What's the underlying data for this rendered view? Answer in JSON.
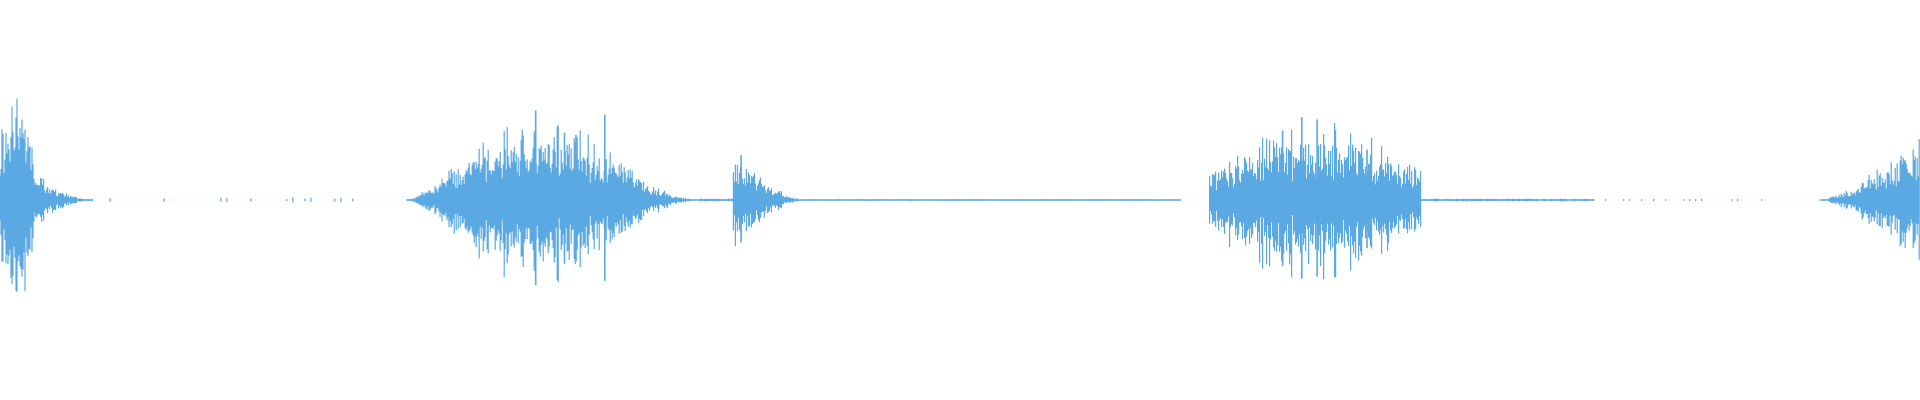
{
  "waveform": {
    "color": "#5aa9e2",
    "background": "#ffffff",
    "segments": [
      {
        "start": 0.0,
        "end": 0.018,
        "peak": 1.0,
        "shape": "burst"
      },
      {
        "start": 0.018,
        "end": 0.048,
        "peak": 0.22,
        "shape": "decay"
      },
      {
        "start": 0.048,
        "end": 0.09,
        "peak": 0.02,
        "shape": "dots"
      },
      {
        "start": 0.115,
        "end": 0.185,
        "peak": 0.02,
        "shape": "dots"
      },
      {
        "start": 0.212,
        "end": 0.235,
        "peak": 0.28,
        "shape": "rise"
      },
      {
        "start": 0.235,
        "end": 0.33,
        "peak": 0.78,
        "shape": "spiky"
      },
      {
        "start": 0.33,
        "end": 0.365,
        "peak": 0.22,
        "shape": "decay"
      },
      {
        "start": 0.365,
        "end": 0.382,
        "peak": 0.02,
        "shape": "flat"
      },
      {
        "start": 0.382,
        "end": 0.42,
        "peak": 0.4,
        "shape": "decay"
      },
      {
        "start": 0.42,
        "end": 0.615,
        "peak": 0.01,
        "shape": "flat"
      },
      {
        "start": 0.63,
        "end": 0.74,
        "peak": 0.7,
        "shape": "spiky"
      },
      {
        "start": 0.74,
        "end": 0.83,
        "peak": 0.02,
        "shape": "flat"
      },
      {
        "start": 0.83,
        "end": 0.92,
        "peak": 0.01,
        "shape": "dots"
      },
      {
        "start": 0.948,
        "end": 1.0,
        "peak": 0.55,
        "shape": "rise"
      }
    ],
    "spikes": [
      {
        "pos": 0.279,
        "height": 0.8
      },
      {
        "pos": 0.315,
        "height": 0.76
      },
      {
        "pos": 0.294,
        "height": 0.6
      },
      {
        "pos": 0.3,
        "height": 0.58
      },
      {
        "pos": 0.386,
        "height": 0.4
      },
      {
        "pos": 0.678,
        "height": 0.74
      },
      {
        "pos": 0.686,
        "height": 0.72
      },
      {
        "pos": 0.668,
        "height": 0.62
      },
      {
        "pos": 0.712,
        "height": 0.45
      }
    ]
  }
}
